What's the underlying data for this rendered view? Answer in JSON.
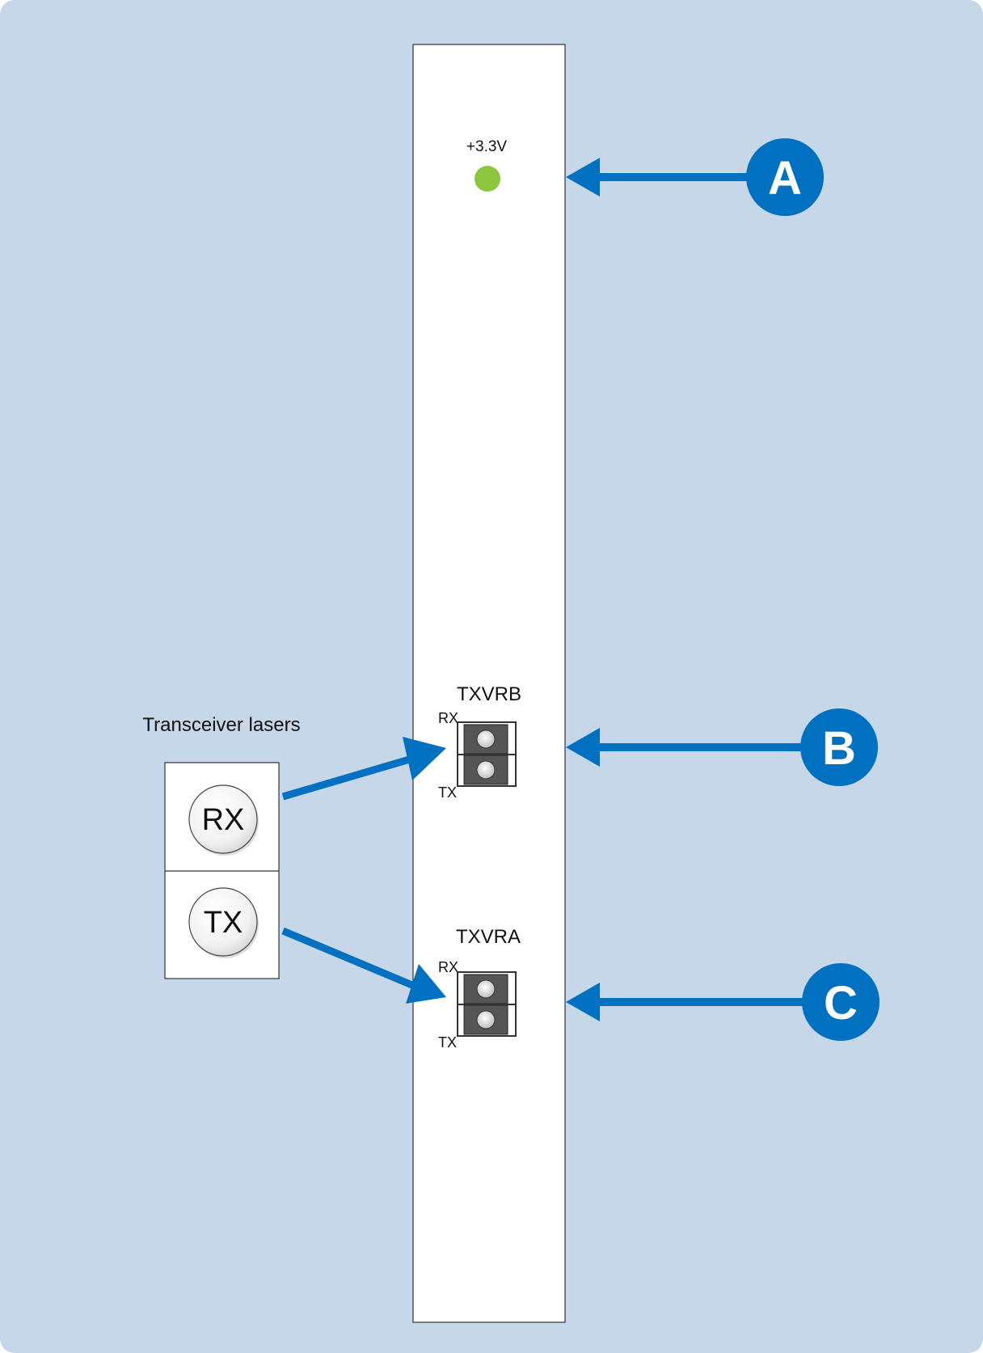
{
  "diagram": {
    "led": {
      "label": "+3.3V",
      "color": "#8cc63f"
    },
    "transceiver_b": {
      "title": "TXVRB",
      "rx_label": "RX",
      "tx_label": "TX"
    },
    "transceiver_a": {
      "title": "TXVRA",
      "rx_label": "RX",
      "tx_label": "TX"
    },
    "lasers": {
      "caption": "Transceiver lasers",
      "rx_label": "RX",
      "tx_label": "TX"
    },
    "callouts": [
      "A",
      "B",
      "C"
    ],
    "colors": {
      "background": "#c5d7e9",
      "accent": "#0070c0",
      "board": "#ffffff"
    }
  }
}
